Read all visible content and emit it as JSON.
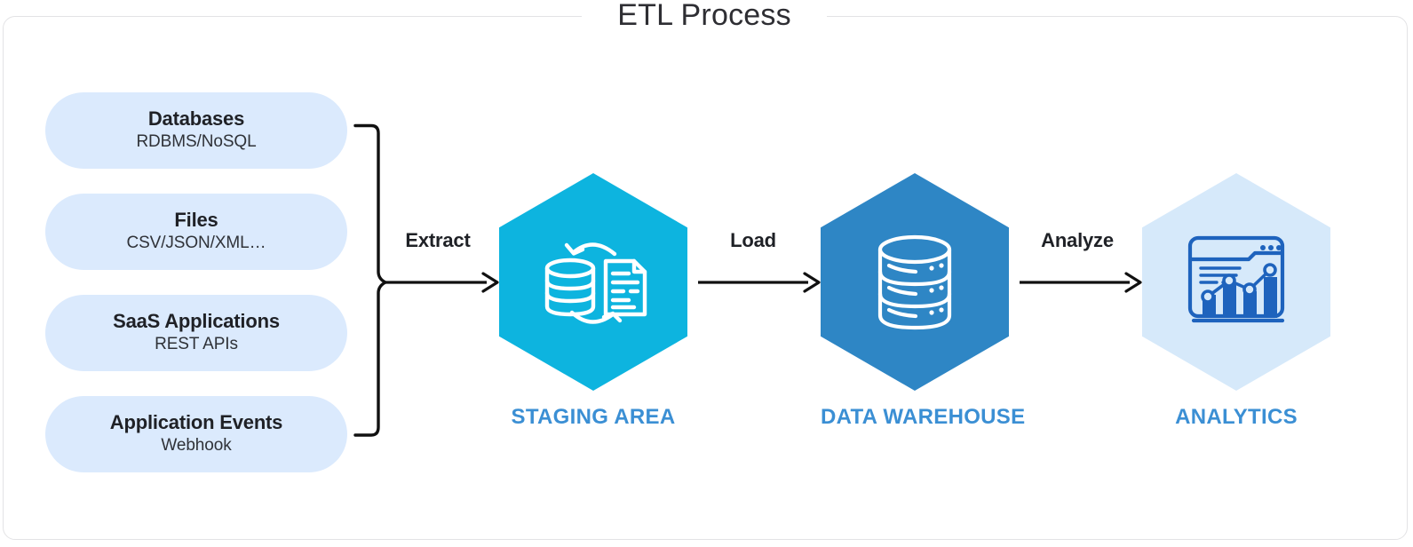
{
  "frame": {
    "title": "ETL Process",
    "border_color": "#e3e3e5"
  },
  "colors": {
    "pill_bg": "#dbeafd",
    "staging_hex": "#0db4df",
    "warehouse_hex": "#2e86c5",
    "analytics_hex": "#d6e9fa",
    "analytics_icon": "#1e63bd",
    "stage_label": "#3b8fd4",
    "text_dark": "#1f2126",
    "arrow": "#111111"
  },
  "sources": {
    "items": [
      {
        "title": "Databases",
        "subtitle": "RDBMS/NoSQL"
      },
      {
        "title": "Files",
        "subtitle": "CSV/JSON/XML…"
      },
      {
        "title": "SaaS Applications",
        "subtitle": "REST APIs"
      },
      {
        "title": "Application Events",
        "subtitle": "Webhook"
      }
    ]
  },
  "flow": {
    "steps": [
      {
        "label": "Extract"
      },
      {
        "label": "Load"
      },
      {
        "label": "Analyze"
      }
    ]
  },
  "stages": [
    {
      "label": "STAGING AREA",
      "icon": "database-sync-icon",
      "fill": "#0db4df",
      "icon_color": "#ffffff"
    },
    {
      "label": "DATA WAREHOUSE",
      "icon": "database-stack-icon",
      "fill": "#2e86c5",
      "icon_color": "#ffffff"
    },
    {
      "label": "ANALYTICS",
      "icon": "dashboard-chart-icon",
      "fill": "#d6e9fa",
      "icon_color": "#1e63bd"
    }
  ]
}
